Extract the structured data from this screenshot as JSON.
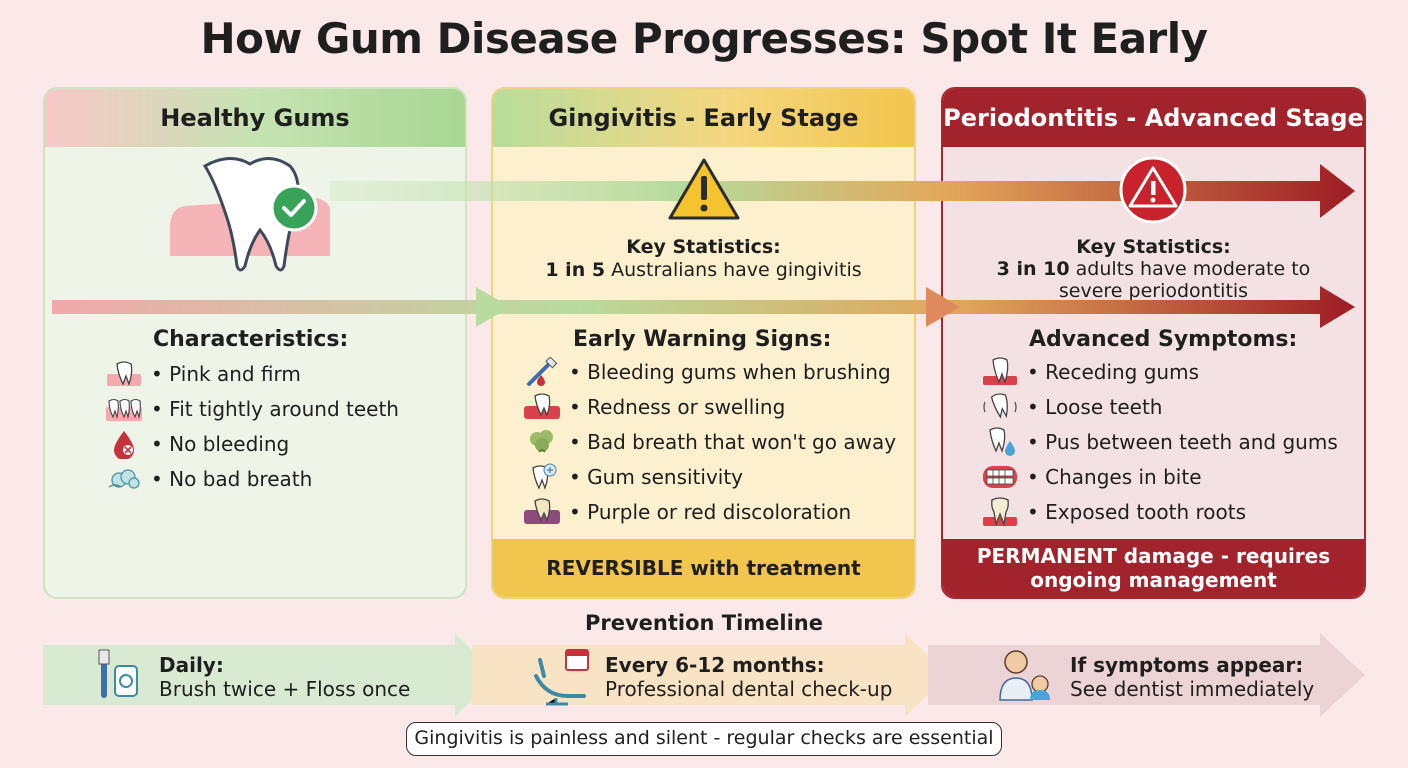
{
  "title": "How Gum Disease Progresses: Spot It Early",
  "colors": {
    "healthy": "#a9d693",
    "early": "#f2c54e",
    "advanced": "#a3232c",
    "background": "#fbe9ea"
  },
  "healthy": {
    "title": "Healthy Gums",
    "section_title": "Characteristics:",
    "items": [
      {
        "label": "• Pink and firm",
        "icon": "tooth-gum-icon"
      },
      {
        "label": "• Fit tightly around teeth",
        "icon": "teeth-gum-icon"
      },
      {
        "label": "• No bleeding",
        "icon": "no-blood-drop-icon"
      },
      {
        "label": "• No bad breath",
        "icon": "fresh-breath-icon"
      }
    ]
  },
  "gingivitis": {
    "title": "Gingivitis - Early Stage",
    "stats_title": "Key Statistics:",
    "stats_bold": "1 in 5",
    "stats_text": " Australians have gingivitis",
    "section_title": "Early Warning Signs:",
    "items": [
      {
        "label": "• Bleeding gums when brushing",
        "icon": "toothbrush-blood-icon"
      },
      {
        "label": "• Redness or swelling",
        "icon": "swollen-gum-icon"
      },
      {
        "label": "• Bad breath that won't go away",
        "icon": "bad-breath-icon"
      },
      {
        "label": "• Gum sensitivity",
        "icon": "sensitive-tooth-icon"
      },
      {
        "label": "• Purple or red discoloration",
        "icon": "discolored-gum-icon"
      }
    ],
    "footer": "REVERSIBLE with treatment"
  },
  "periodontitis": {
    "title": "Periodontitis - Advanced Stage",
    "stats_title": "Key Statistics:",
    "stats_bold": "3 in 10",
    "stats_text": " adults have moderate to",
    "stats_text2": "severe periodontitis",
    "section_title": "Advanced Symptoms:",
    "items": [
      {
        "label": "• Receding gums",
        "icon": "receding-gum-icon"
      },
      {
        "label": "• Loose teeth",
        "icon": "loose-tooth-icon"
      },
      {
        "label": "• Pus between teeth and gums",
        "icon": "pus-tooth-icon"
      },
      {
        "label": "• Changes in bite",
        "icon": "bite-icon"
      },
      {
        "label": "• Exposed tooth roots",
        "icon": "exposed-root-icon"
      }
    ],
    "footer_line1": "PERMANENT damage - requires",
    "footer_line2": "ongoing management"
  },
  "timeline": {
    "title": "Prevention Timeline",
    "steps": [
      {
        "heading": "Daily:",
        "text": "Brush twice + Floss once",
        "icon": "toothbrush-floss-icon"
      },
      {
        "heading": "Every 6-12 months:",
        "text": "Professional dental check-up",
        "icon": "dental-chair-calendar-icon"
      },
      {
        "heading": "If symptoms appear:",
        "text": "See dentist immediately",
        "icon": "dentist-icon"
      }
    ]
  },
  "note": "Gingivitis is painless and silent - regular checks are essential"
}
